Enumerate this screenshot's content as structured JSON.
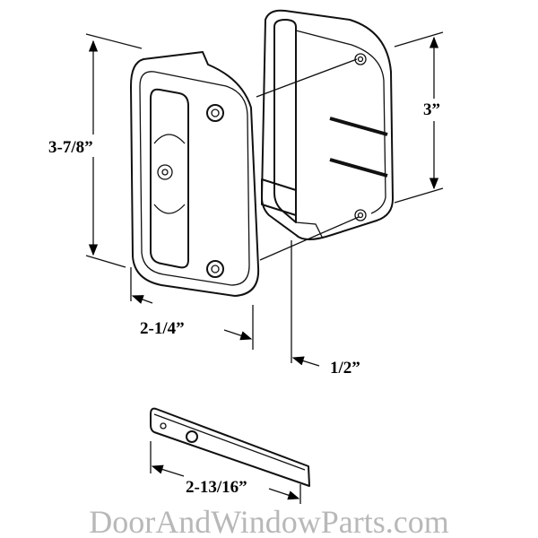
{
  "dimensions": {
    "height_handle": "3-7/8”",
    "height_back": "3”",
    "width_handle": "2-1/4”",
    "depth": "1/2”",
    "bar_length": "2-13/16”"
  },
  "watermark": "DoorAndWindowParts.com"
}
